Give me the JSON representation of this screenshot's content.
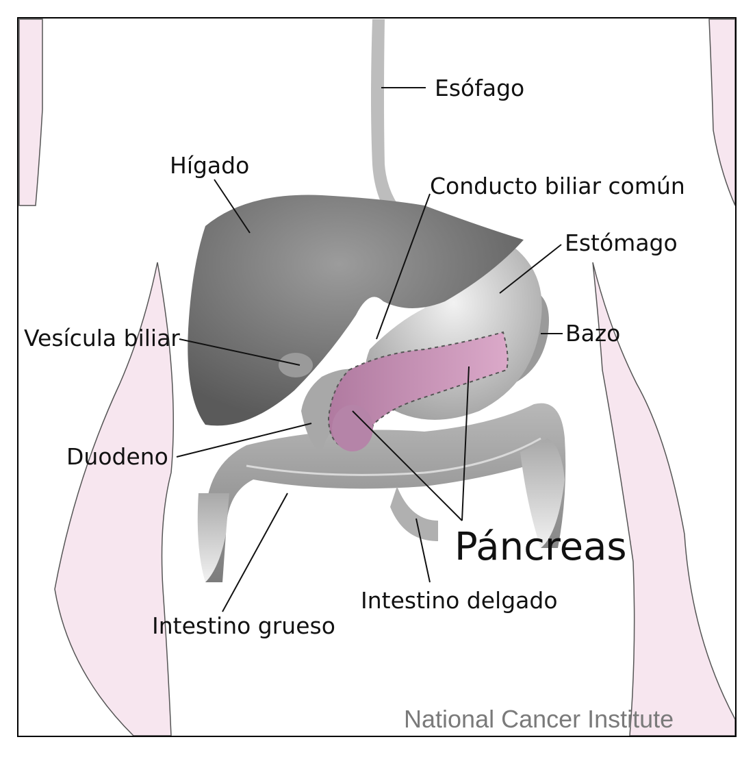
{
  "labels": {
    "esofago": "Esófago",
    "higado": "Hígado",
    "conducto_biliar": "Conducto biliar común",
    "estomago": "Estómago",
    "vesicula": "Vesícula biliar",
    "bazo": "Bazo",
    "duodeno": "Duodeno",
    "pancreas": "Páncreas",
    "intestino_delgado": "Intestino delgado",
    "intestino_grueso": "Intestino grueso"
  },
  "credit": "National Cancer Institute",
  "colors": {
    "accent_label": "#e21ce2",
    "body_outline": "#f7e6ef",
    "organ_gray": "#8a8a8a",
    "pancreas": "#c98fb6"
  }
}
